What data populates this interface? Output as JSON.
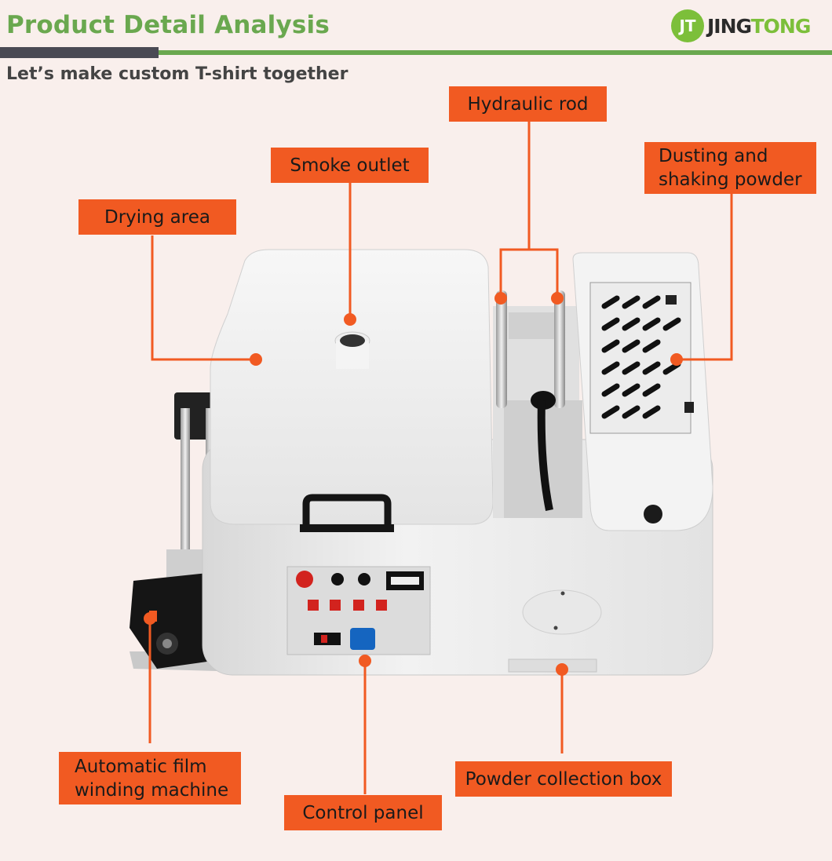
{
  "header": {
    "title": "Product Detail Analysis",
    "subtitle": "Let’s make custom T-shirt together"
  },
  "brand": {
    "badge": "JT",
    "name_part1": "JING",
    "name_part2": "TONG"
  },
  "colors": {
    "title_green": "#6aa84f",
    "accent_orange": "#f15a22",
    "bar_gray": "#4a4a54",
    "brand_green": "#7cbf3a",
    "brand_dark": "#2b2b2b",
    "background": "#f9efec"
  },
  "callouts": {
    "hydraulic_rod": "Hydraulic rod",
    "smoke_outlet": "Smoke outlet",
    "dusting": "Dusting and\nshaking powder",
    "drying_area": "Drying area",
    "film_winding": "Automatic film\nwinding machine",
    "control_panel": "Control panel",
    "powder_box": "Powder collection box"
  }
}
